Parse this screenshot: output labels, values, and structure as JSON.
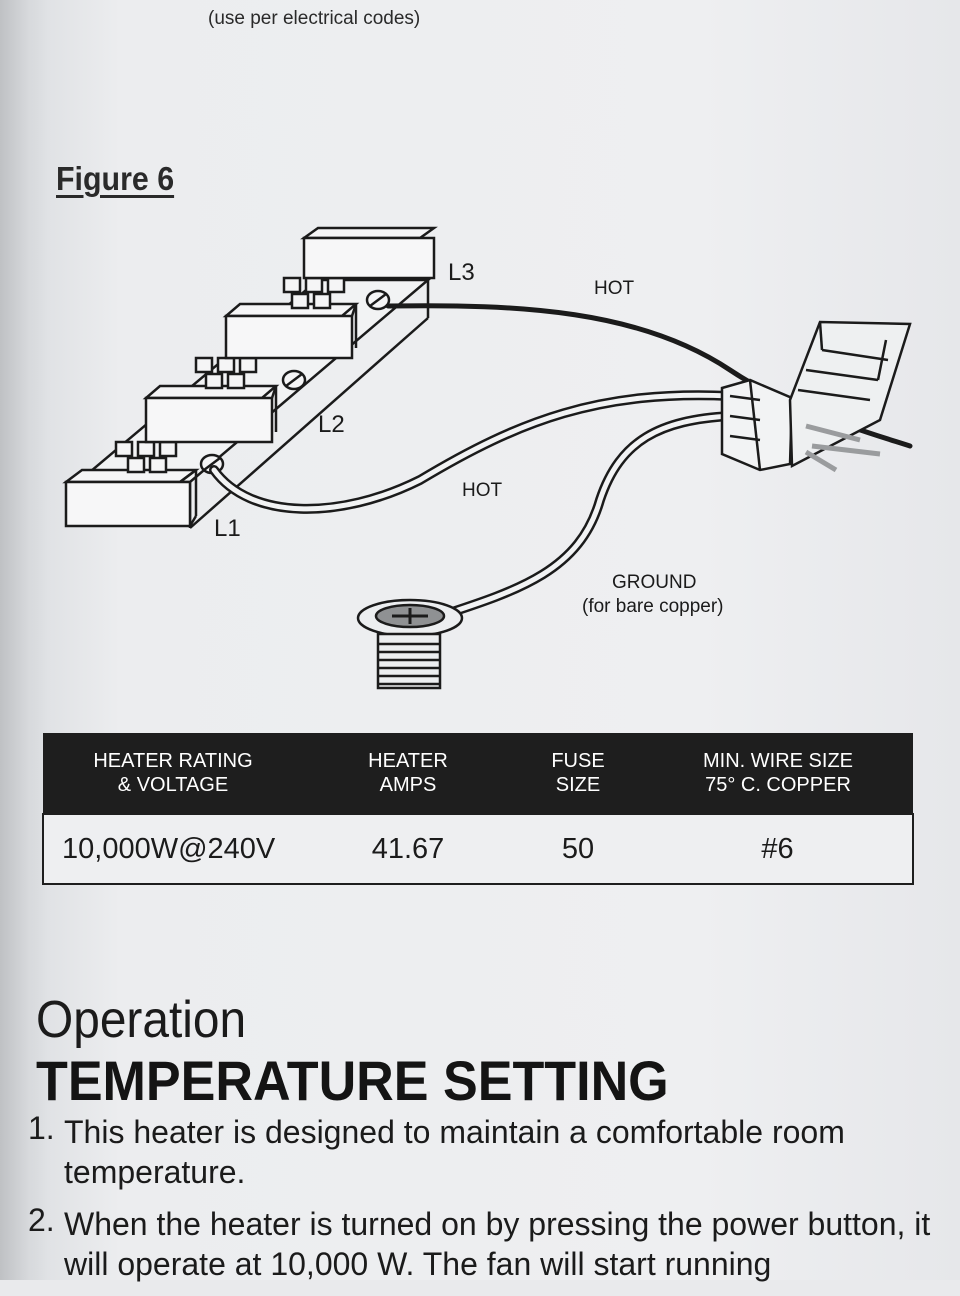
{
  "top_note": "(use per electrical codes)",
  "figure": {
    "title": "Figure 6",
    "labels": {
      "l1": "L1",
      "l2": "L2",
      "l3": "L3",
      "hot_top": "HOT",
      "hot_mid": "HOT",
      "ground": "GROUND",
      "ground_note": "(for bare copper)"
    }
  },
  "table": {
    "headers": [
      [
        "HEATER RATING",
        "& VOLTAGE"
      ],
      [
        "HEATER",
        "AMPS"
      ],
      [
        "FUSE",
        "SIZE"
      ],
      [
        "MIN. WIRE SIZE",
        "75° C. COPPER"
      ]
    ],
    "row": [
      "10,000W@240V",
      "41.67",
      "50",
      "#6"
    ]
  },
  "section": {
    "title": "Operation",
    "subtitle": "TEMPERATURE SETTING",
    "steps": [
      {
        "num": "1.",
        "text": "This heater is designed to maintain a comfortable room temperature."
      },
      {
        "num": "2.",
        "text": "When the heater is turned on by pressing the power button, it will operate at 10,000 W. The fan will start running"
      }
    ]
  }
}
